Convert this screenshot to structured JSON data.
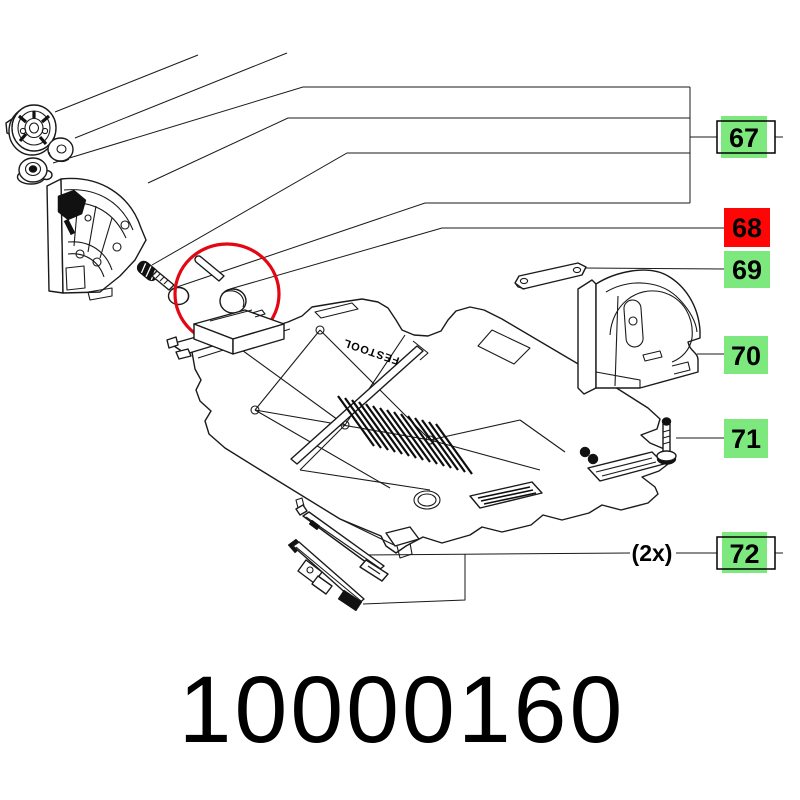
{
  "diagram": {
    "part_number": "10000160",
    "quantity_note": "(2x)",
    "brand_text": "FESTOOL",
    "colors": {
      "highlight_green": "#7de87d",
      "highlight_red": "#ff0505",
      "circle_red": "#e30613",
      "line_black": "#1a1a1a"
    },
    "labels": [
      {
        "id": "67",
        "color": "green",
        "outlined": true
      },
      {
        "id": "68",
        "color": "red",
        "outlined": false
      },
      {
        "id": "69",
        "color": "green",
        "outlined": false
      },
      {
        "id": "70",
        "color": "green",
        "outlined": false
      },
      {
        "id": "71",
        "color": "green",
        "outlined": false
      },
      {
        "id": "72",
        "color": "green",
        "outlined": true
      }
    ]
  }
}
